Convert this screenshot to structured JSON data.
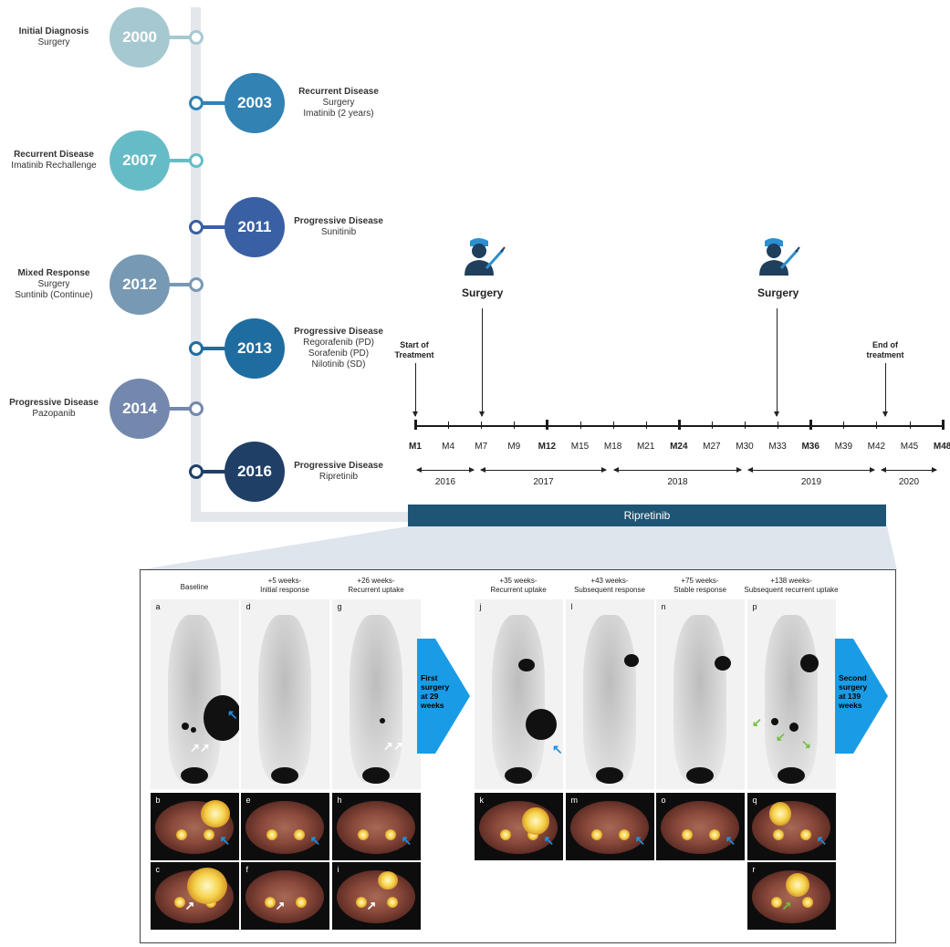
{
  "history": [
    {
      "year": "2000",
      "side": "left",
      "title": "Initial Diagnosis",
      "lines": [
        "Surgery"
      ],
      "color": "#a6c8d1"
    },
    {
      "year": "2003",
      "side": "right",
      "title": "Recurrent Disease",
      "lines": [
        "Surgery",
        "Imatinib (2 years)"
      ],
      "color": "#3282b4"
    },
    {
      "year": "2007",
      "side": "left",
      "title": "Recurrent Disease",
      "lines": [
        "Imatinib Rechallenge"
      ],
      "color": "#66bcc6"
    },
    {
      "year": "2011",
      "side": "right",
      "title": "Progressive Disease",
      "lines": [
        "Sunitinib"
      ],
      "color": "#3960a3"
    },
    {
      "year": "2012",
      "side": "left",
      "title": "Mixed Response",
      "lines": [
        "Surgery",
        "Suntinib (Continue)"
      ],
      "color": "#7799b3"
    },
    {
      "year": "2013",
      "side": "right",
      "title": "Progressive Disease",
      "lines": [
        "Regorafenib (PD)",
        "Sorafenib (PD)",
        "Nilotinib (SD)"
      ],
      "color": "#1f6da0"
    },
    {
      "year": "2014",
      "side": "left",
      "title": "Progressive Disease",
      "lines": [
        "Pazopanib"
      ],
      "color": "#7488ad"
    },
    {
      "year": "2016",
      "side": "right",
      "title": "Progressive Disease",
      "lines": [
        "Ripretinib"
      ],
      "color": "#1f3f66"
    }
  ],
  "treatment": {
    "months": [
      {
        "label": "M1",
        "bold": true
      },
      {
        "label": "M4",
        "bold": false
      },
      {
        "label": "M7",
        "bold": false
      },
      {
        "label": "M9",
        "bold": false
      },
      {
        "label": "M12",
        "bold": true
      },
      {
        "label": "M15",
        "bold": false
      },
      {
        "label": "M18",
        "bold": false
      },
      {
        "label": "M21",
        "bold": false
      },
      {
        "label": "M24",
        "bold": true
      },
      {
        "label": "M27",
        "bold": false
      },
      {
        "label": "M30",
        "bold": false
      },
      {
        "label": "M33",
        "bold": false
      },
      {
        "label": "M36",
        "bold": true
      },
      {
        "label": "M39",
        "bold": false
      },
      {
        "label": "M42",
        "bold": false
      },
      {
        "label": "M45",
        "bold": false
      },
      {
        "label": "M48",
        "bold": true
      }
    ],
    "years": [
      "2016",
      "2017",
      "2018",
      "2019",
      "2020"
    ],
    "start_label_1": "Start of",
    "start_label_2": "Treatment",
    "end_label_1": "End of",
    "end_label_2": "treatment",
    "surgery_label": "Surgery",
    "bar_label": "Ripretinib"
  },
  "imaging": {
    "headers": [
      {
        "line1": "Baseline",
        "line2": ""
      },
      {
        "line1": "+5 weeks-",
        "line2": "Initial response"
      },
      {
        "line1": "+26 weeks-",
        "line2": "Recurrent uptake"
      },
      {
        "line1": "+35 weeks-",
        "line2": "Recurrent uptake"
      },
      {
        "line1": "+43 weeks-",
        "line2": "Subsequent response"
      },
      {
        "line1": "+75 weeks-",
        "line2": "Stable response"
      },
      {
        "line1": "+138 weeks-",
        "line2": "Subsequent recurrent uptake"
      }
    ],
    "mip_labels": [
      "a",
      "d",
      "g",
      "j",
      "l",
      "n",
      "p"
    ],
    "ct_row1_labels": [
      "b",
      "e",
      "h",
      "k",
      "m",
      "o",
      "q"
    ],
    "ct_row2_labels": [
      "c",
      "f",
      "i",
      "r"
    ],
    "arrow1": [
      "First",
      "surgery",
      "at 29",
      "weeks"
    ],
    "arrow2": [
      "Second",
      "surgery",
      "at 139",
      "weeks"
    ],
    "arrow_color": "#1a9be6"
  }
}
